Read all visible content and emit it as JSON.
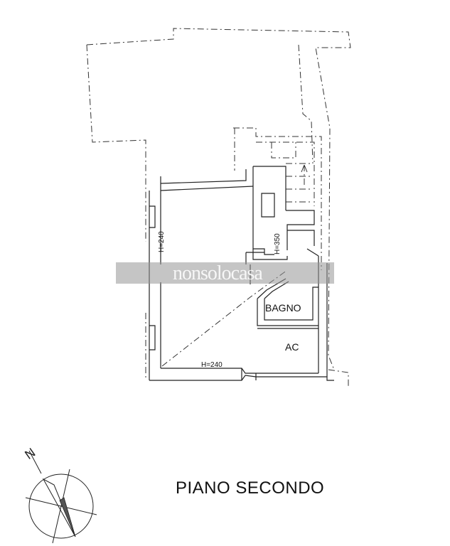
{
  "plan": {
    "rooms": {
      "bagno": "BAGNO",
      "ac": "AC"
    },
    "heights": {
      "left_wall": "H=240",
      "stair_wall": "H=350",
      "bottom_wall": "H=240"
    },
    "watermark": "nonsolocasa",
    "floor_title": "PIANO SECONDO"
  },
  "compass": {
    "north_label": "N",
    "icon": "north-arrow-icon"
  },
  "colors": {
    "lines": "#222222",
    "watermark_band": "#969696",
    "background": "#ffffff"
  }
}
